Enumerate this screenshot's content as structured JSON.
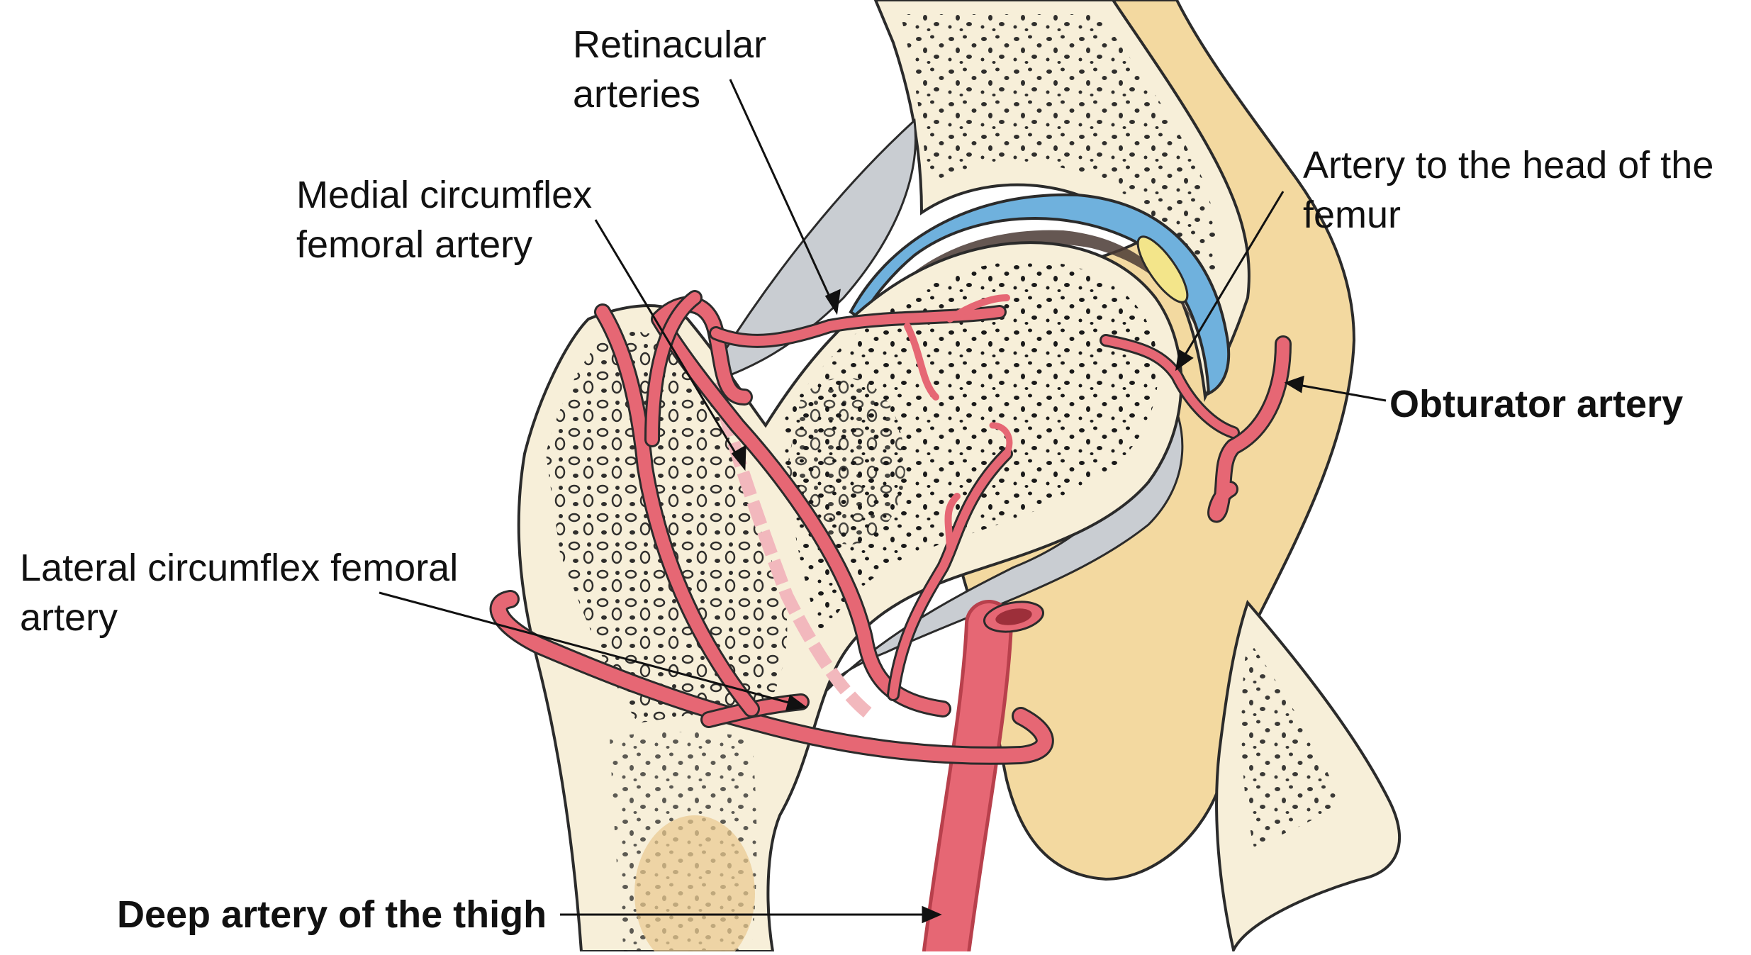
{
  "labels": {
    "retinacular": [
      "Retinacular",
      "arteries"
    ],
    "medial_circumflex": [
      "Medial circumflex",
      "femoral artery"
    ],
    "head_artery": [
      "Artery to the head of the",
      "femur"
    ],
    "obturator": "Obturator artery",
    "lateral_circumflex": [
      "Lateral circumflex femoral",
      "artery"
    ],
    "deep_artery": "Deep artery of the thigh"
  },
  "colors": {
    "bone": "#f7efd9",
    "pelvis": "#f3d9a0",
    "artery": "#e66774",
    "artery_dark": "#b8404c",
    "cartilage": "#6fb1dd",
    "capsule": "#c9cdd2",
    "background": "#ffffff"
  }
}
